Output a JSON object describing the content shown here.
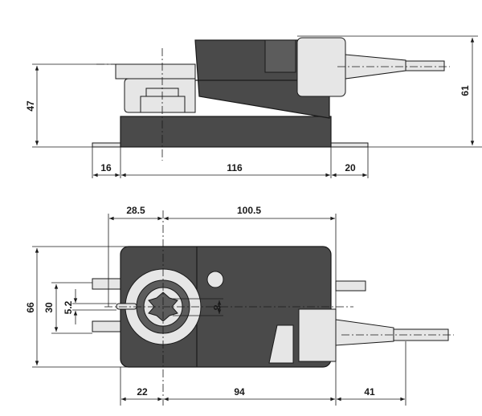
{
  "side_view": {
    "dimensions": {
      "height_bracket": "47",
      "height_total": "61",
      "left_foot": "16",
      "body_length": "116",
      "right_foot": "20"
    }
  },
  "top_view": {
    "dimensions": {
      "shaft_to_left": "28.5",
      "shaft_to_right": "100.5",
      "width": "66",
      "slot_spacing": "30",
      "slot_width": "5.2",
      "shaft_size": "8",
      "left_offset": "22",
      "body_right": "94",
      "cable_length": "41"
    }
  },
  "colors": {
    "housing": "#4a4a4a",
    "line": "#1a1a1a"
  }
}
